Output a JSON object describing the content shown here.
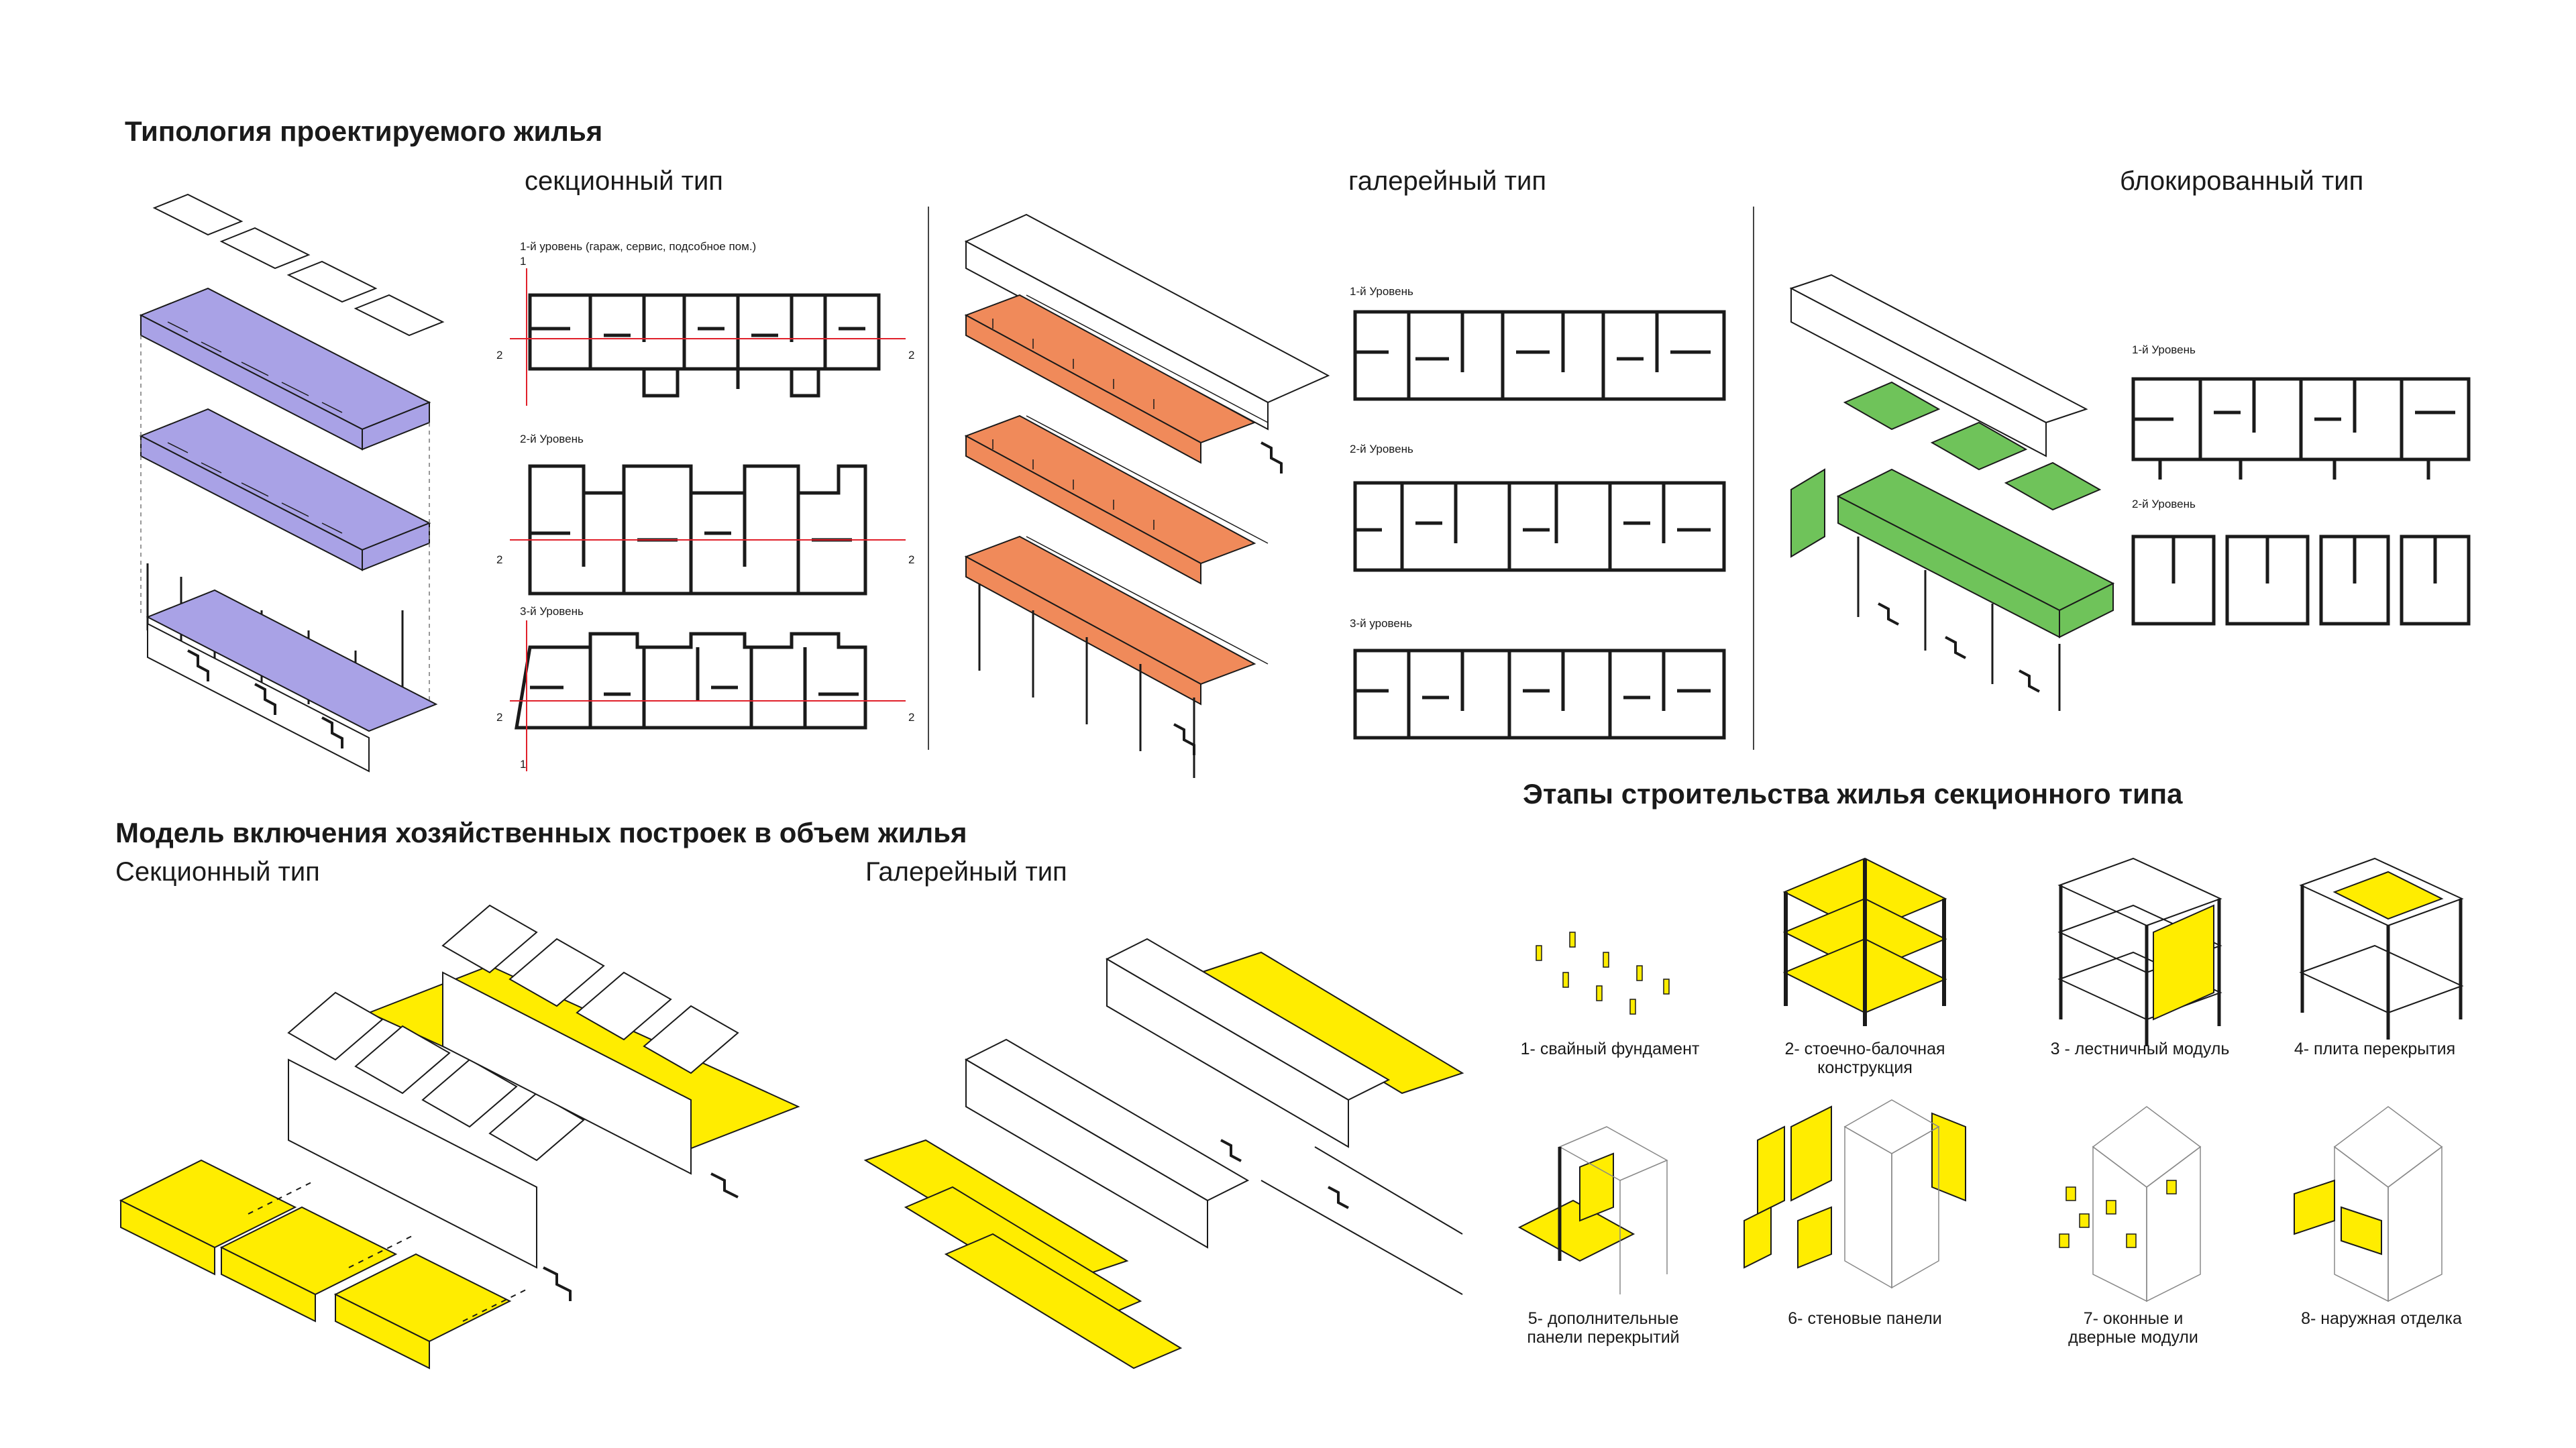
{
  "titles": {
    "typology": "Типология проектируемого жилья",
    "model": "Модель включения хозяйственных построек в объем жилья",
    "stages": "Этапы строительства жилья секционного типа"
  },
  "types": {
    "section": "секционный тип",
    "gallery": "галерейный тип",
    "blocked": "блокированный тип"
  },
  "model_types": {
    "section": "Секционный тип",
    "gallery": "Галерейный тип"
  },
  "section_levels": [
    "1-й уровень (гараж, сервис, подсобное пом.)",
    "2-й Уровень",
    "3-й Уровень"
  ],
  "gallery_levels": [
    "1-й Уровень",
    "2-й Уровень",
    "3-й уровень"
  ],
  "blocked_levels": [
    "1-й Уровень",
    "2-й Уровень"
  ],
  "axis_marks": {
    "one": "1",
    "two": "2"
  },
  "stages": [
    "1- свайный фундамент",
    "2- стоечно-балочная конструкция",
    "3 - лестничный модуль",
    "4- плита перекрытия",
    "5- дополнительные панели перекрытий",
    "6- стеновые панели",
    "7- оконные и дверные модули",
    "8- наружная отделка"
  ],
  "colors": {
    "section": "#a9a2e6",
    "gallery": "#f08a5a",
    "blocked": "#6fc35a",
    "highlight": "#ffed00",
    "line": "#1a1a1a",
    "axis": "#e0202a"
  }
}
